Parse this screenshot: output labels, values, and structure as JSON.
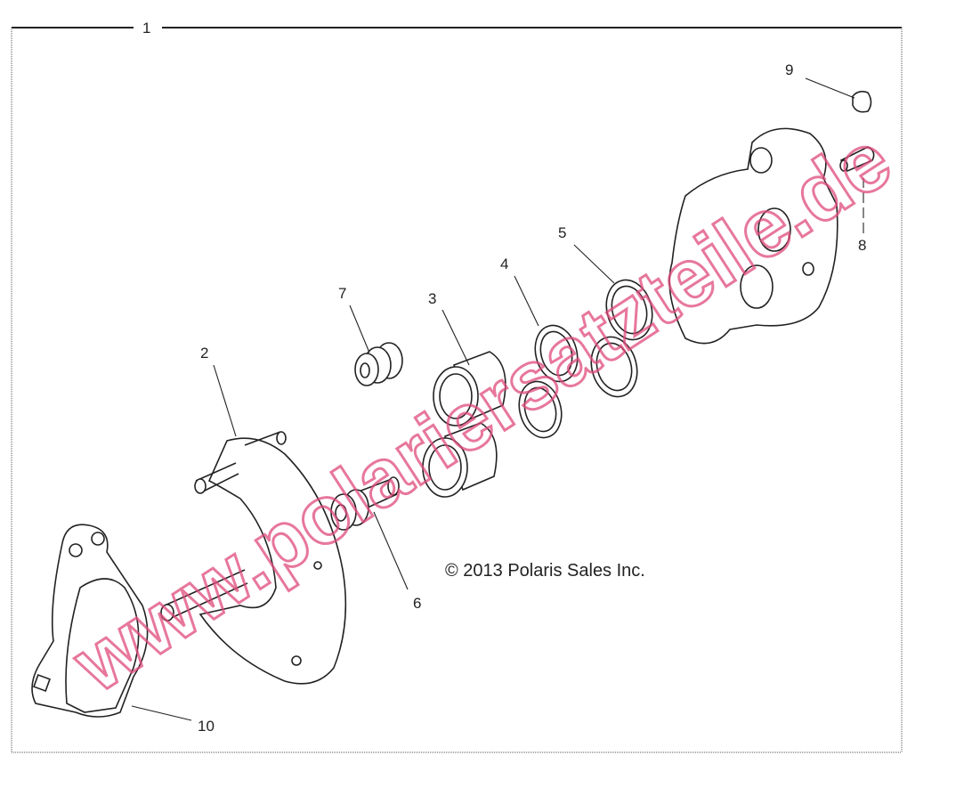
{
  "diagram": {
    "assembly_label": "1",
    "callouts": [
      {
        "id": "2",
        "text": "2"
      },
      {
        "id": "3",
        "text": "3"
      },
      {
        "id": "4",
        "text": "4"
      },
      {
        "id": "5",
        "text": "5"
      },
      {
        "id": "6",
        "text": "6"
      },
      {
        "id": "7",
        "text": "7"
      },
      {
        "id": "8",
        "text": "8"
      },
      {
        "id": "9",
        "text": "9"
      },
      {
        "id": "10",
        "text": "10"
      }
    ],
    "copyright": "© 2013 Polaris Sales Inc.",
    "watermark": "www.polariersatzteile.de",
    "colors": {
      "line": "#222222",
      "watermark": "#e04a7a",
      "frame": "#333333"
    }
  }
}
